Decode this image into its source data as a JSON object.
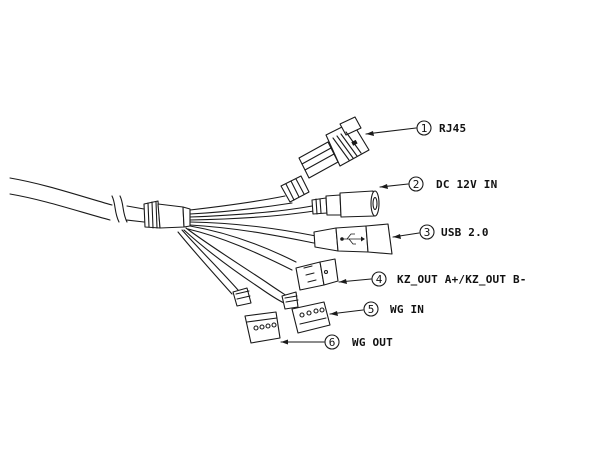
{
  "connectors": [
    {
      "number": "1",
      "label": "RJ45"
    },
    {
      "number": "2",
      "label": "DC 12V IN"
    },
    {
      "number": "3",
      "label": "USB 2.0"
    },
    {
      "number": "4",
      "label": "KZ_OUT A+/KZ_OUT B-"
    },
    {
      "number": "5",
      "label": "WG IN"
    },
    {
      "number": "6",
      "label": "WG OUT"
    }
  ]
}
